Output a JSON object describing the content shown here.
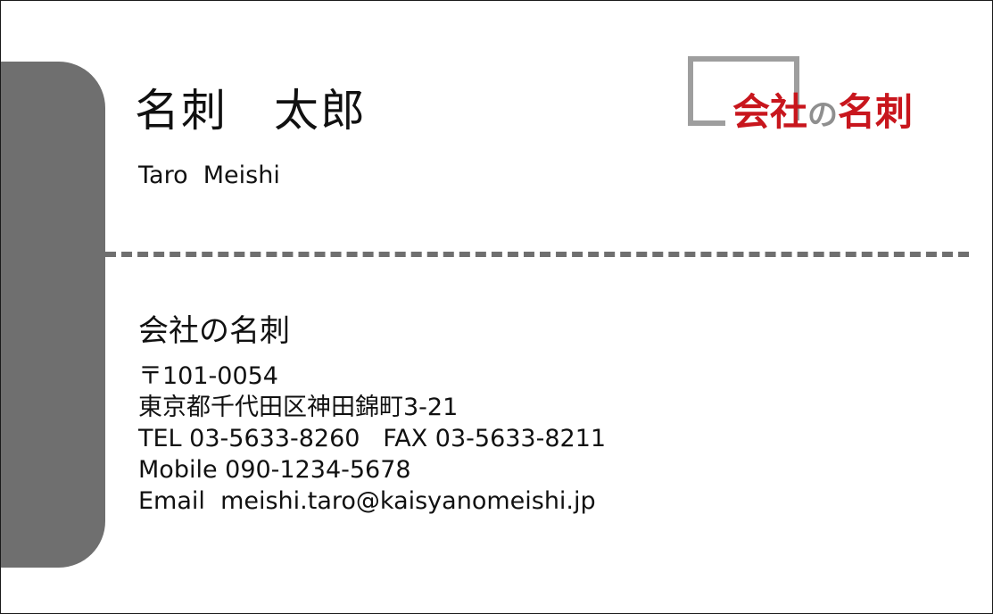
{
  "card": {
    "name_ja": "名刺　太郎",
    "name_en": "Taro  Meishi",
    "logo": {
      "part1": "会社",
      "part2": "の",
      "part3": "名刺",
      "red": "#c8161d",
      "gray": "#8f8f8f"
    },
    "company": "会社の名刺",
    "postal": "〒101-0054",
    "address": "東京都千代田区神田錦町3-21",
    "tel_fax": "TEL 03-5633-8260   FAX 03-5633-8211",
    "mobile": "Mobile 090-1234-5678",
    "email": "Email  meishi.taro@kaisyanomeishi.jp"
  },
  "colors": {
    "side_bar": "#6f6f6f",
    "divider": "#6f6f6f"
  }
}
